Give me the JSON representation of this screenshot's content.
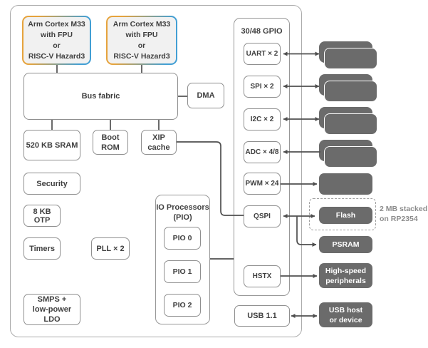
{
  "colors": {
    "accent_yellow": "#E6A33C",
    "accent_blue": "#42A0D4",
    "dark_box": "#6B6B6B",
    "wire": "#4F4F4F",
    "box_border": "#8F8F8F",
    "text": "#3F3F3F",
    "muted_text": "#8C8C8C"
  },
  "chip": {
    "cores": [
      {
        "label": "Arm Cortex M33\nwith FPU\nor\nRISC-V Hazard3"
      },
      {
        "label": "Arm Cortex M33\nwith FPU\nor\nRISC-V Hazard3"
      }
    ],
    "bus_fabric": "Bus fabric",
    "dma": "DMA",
    "sram": "520 KB SRAM",
    "boot_rom": "Boot\nROM",
    "xip_cache": "XIP\ncache",
    "security": "Security",
    "otp": "8 KB OTP",
    "timers": "Timers",
    "pll": "PLL × 2",
    "smps": "SMPS +\nlow-power LDO",
    "pio": {
      "title": "IO Processors\n(PIO)",
      "items": [
        {
          "label": "PIO 0"
        },
        {
          "label": "PIO 1"
        },
        {
          "label": "PIO 2"
        }
      ]
    },
    "gpio": {
      "title": "30/48 GPIO",
      "items": [
        "UART × 2",
        "SPI × 2",
        "I2C × 2",
        "ADC × 4/8",
        "PWM × 24",
        "QSPI",
        "HSTX"
      ]
    },
    "usb": "USB 1.1"
  },
  "peripherals": {
    "flash": "Flash",
    "flash_note": "2 MB stacked\non RP2354",
    "psram": "PSRAM",
    "high_speed": "High-speed\nperipherals",
    "usb_host": "USB host\nor device"
  }
}
